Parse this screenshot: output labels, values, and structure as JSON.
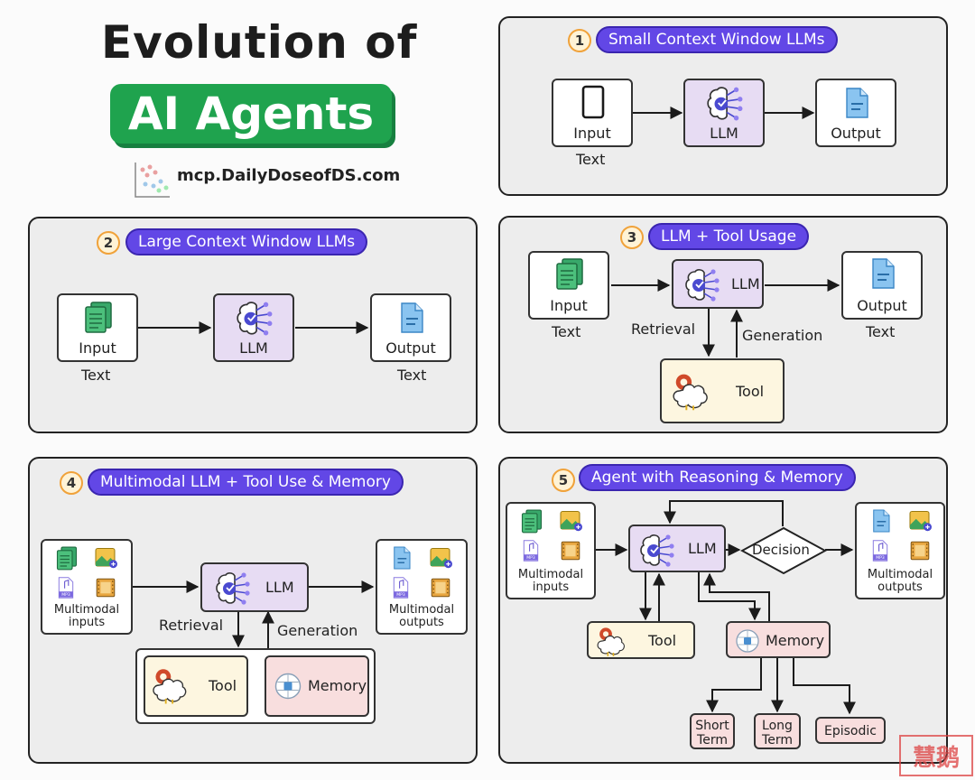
{
  "header": {
    "title_line1": "Evolution of",
    "title_line2": "AI Agents",
    "site": "mcp.DailyDoseofDS.com"
  },
  "colors": {
    "accent_purple": "#6247e6",
    "title_green": "#1fa34e",
    "llm_box": "#e7dcf3",
    "tool_box": "#fdf6e0",
    "memory_box": "#f8dede",
    "panel_bg": "#ededed"
  },
  "panels": [
    {
      "number": "1",
      "title": "Small Context Window LLMs",
      "input_label": "Input",
      "input_caption": "Text",
      "llm_label": "LLM",
      "output_label": "Output",
      "icons": [
        "blank-page-icon",
        "brain-network-icon",
        "document-icon"
      ]
    },
    {
      "number": "2",
      "title": "Large Context Window LLMs",
      "input_label": "Input",
      "input_caption": "Text",
      "llm_label": "LLM",
      "output_label": "Output",
      "output_caption": "Text",
      "icons": [
        "stacked-pages-icon",
        "brain-network-icon",
        "document-icon"
      ]
    },
    {
      "number": "3",
      "title": "LLM + Tool Usage",
      "input_label": "Input",
      "input_caption": "Text",
      "llm_label": "LLM",
      "output_label": "Output",
      "output_caption": "Text",
      "retrieval": "Retrieval",
      "generation": "Generation",
      "tool_label": "Tool",
      "icons": [
        "stacked-pages-icon",
        "brain-network-icon",
        "document-icon",
        "cloud-gear-icon"
      ]
    },
    {
      "number": "4",
      "title": "Multimodal LLM + Tool Use & Memory",
      "inputs_caption": "Multimodal inputs",
      "llm_label": "LLM",
      "outputs_caption": "Multimodal outputs",
      "retrieval": "Retrieval",
      "generation": "Generation",
      "tool_label": "Tool",
      "memory_label": "Memory",
      "icons": [
        "stacked-pages-icon",
        "image-icon",
        "audio-file-icon",
        "film-icon",
        "document-icon",
        "cloud-gear-icon",
        "brain-chip-icon"
      ]
    },
    {
      "number": "5",
      "title": "Agent with Reasoning & Memory",
      "inputs_caption": "Multimodal inputs",
      "llm_label": "LLM",
      "decision_label": "Decision",
      "outputs_caption": "Multimodal outputs",
      "tool_label": "Tool",
      "memory_label": "Memory",
      "memory_types": [
        "Short Term",
        "Long Term",
        "Episodic"
      ],
      "icons": [
        "stacked-pages-icon",
        "image-icon",
        "audio-file-icon",
        "film-icon",
        "document-icon",
        "cloud-gear-icon",
        "brain-chip-icon"
      ]
    }
  ]
}
